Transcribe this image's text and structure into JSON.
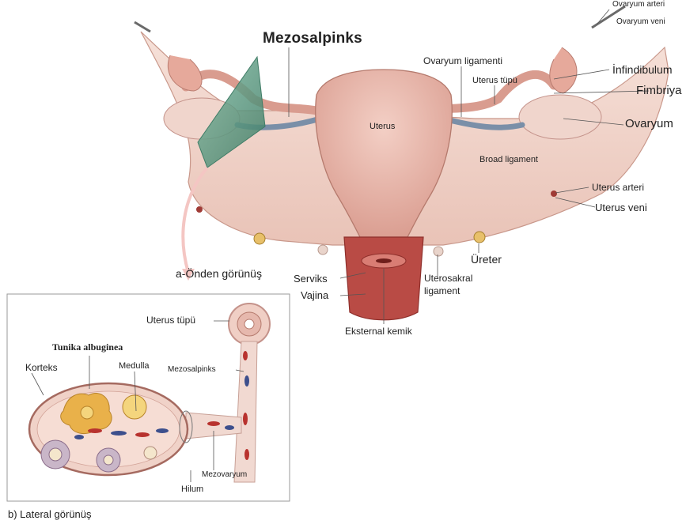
{
  "front_view": {
    "title": "Mezosalpinks",
    "view_label": "a-Önden görünüş",
    "labels": {
      "ovaryum_arteri": "Ovaryum arteri",
      "ovaryum_veni": "Ovaryum veni",
      "infundibulum": "İnfindibulum",
      "ovaryum_ligamenti": "Ovaryum ligamenti",
      "uterus_tupu": "Uterus tüpü",
      "fimbriya": "Fimbriya",
      "uterus": "Uterus",
      "ovaryum": "Ovaryum",
      "broad_ligament": "Broad ligament",
      "uterus_arteri": "Uterus arteri",
      "uterus_veni": "Uterus veni",
      "ureter": "Üreter",
      "serviks": "Serviks",
      "vajina": "Vajina",
      "uterosakral": "Uterosakral",
      "ligament": "ligament",
      "eksternal_kemik": "Eksternal kemik"
    }
  },
  "lateral_view": {
    "view_label": "b) Lateral görünüş",
    "labels": {
      "uterus_tupu": "Uterus tüpü",
      "tunika_albuginea": "Tunika albuginea",
      "korteks": "Korteks",
      "medulla": "Medulla",
      "mezosalpinks": "Mezosalpinks",
      "mezovaryum": "Mezovaryum",
      "hilum": "Hilum"
    }
  },
  "colors": {
    "tissue": "#f2d4ca",
    "tissue_dark": "#d59a8c",
    "uterus": "#e8b2a6",
    "plane": "#5f9a84",
    "artery": "#b8322e",
    "vein": "#3d4f8c",
    "follicle": "#e8b74a"
  }
}
